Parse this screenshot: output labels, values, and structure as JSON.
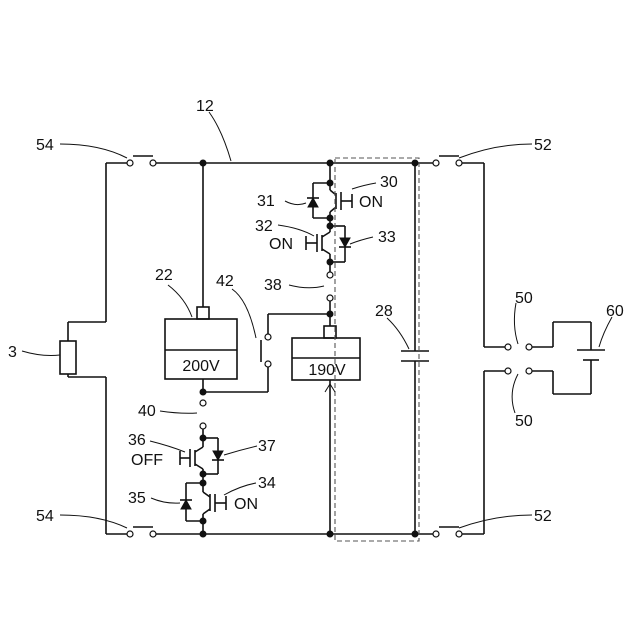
{
  "reference_numerals": {
    "line_12": "12",
    "fuse_3": "3",
    "battery_22": "22",
    "capacitor_28": "28",
    "switch_30": "30",
    "diode_31": "31",
    "switch_32": "32",
    "diode_33": "33",
    "switch_34": "34",
    "diode_35": "35",
    "switch_36": "36",
    "diode_37": "37",
    "node_38": "38",
    "node_40": "40",
    "relay_42": "42",
    "connector_50_top": "50",
    "connector_50_bottom": "50",
    "contact_52_top": "52",
    "contact_52_bottom": "52",
    "contact_54_top": "54",
    "contact_54_bottom": "54",
    "charger_60": "60"
  },
  "state_labels": {
    "switch_30": "ON",
    "switch_32": "ON",
    "switch_34": "ON",
    "switch_36": "OFF"
  },
  "voltages": {
    "battery_22": "200V",
    "battery_190": "190V"
  }
}
